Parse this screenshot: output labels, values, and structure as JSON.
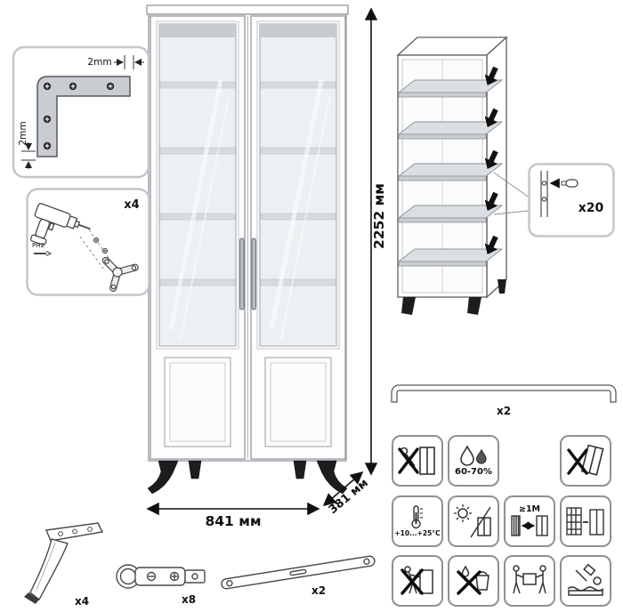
{
  "dimensions": {
    "height": "2252 мм",
    "width": "841 мм",
    "depth": "381 мм"
  },
  "parts": {
    "corner_bracket": {
      "dim_top": "2mm",
      "dim_side": "2mm"
    },
    "drill": {
      "count": "x4",
      "bit_label": "PH2"
    },
    "shelf_pins": {
      "count": "x20"
    },
    "handle": {
      "count": "x2"
    },
    "leg": {
      "count": "x4"
    },
    "hinge": {
      "count": "x8"
    },
    "strap": {
      "count": "x2"
    }
  },
  "care": {
    "humidity_label": "60-70%",
    "temperature_label": "+10...+25°C",
    "distance_label": "≥1M",
    "icons": [
      "no-scratch-icon",
      "humidity-drops-icon",
      "no-tilt-icon",
      "thermometer-icon",
      "sun-shade-icon",
      "cabinet-distance-icon",
      "radiator-distance-icon",
      "no-drag-icon",
      "no-wet-clean-icon",
      "carry-together-icon",
      "assembly-surface-icon"
    ]
  },
  "colors": {
    "outline": "#4a4a4a",
    "cabinet_outline": "#9aa0a6",
    "dimension": "#111111",
    "detail_box_border": "#c3c6ca",
    "care_box_border": "#8d9196",
    "leg_fill": "#1c1d1f",
    "shelf_fill": "#d7dade"
  }
}
